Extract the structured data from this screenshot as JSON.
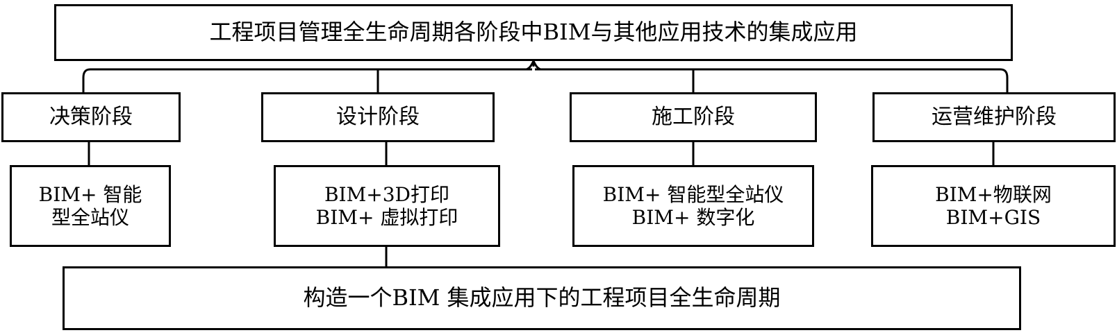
{
  "diagram": {
    "title_box": {
      "label": "工程项目管理全生命周期各阶段中BIM与其他应用技术的集成应用"
    },
    "phases": [
      {
        "label": "决策阶段"
      },
      {
        "label": "设计阶段"
      },
      {
        "label": "施工阶段"
      },
      {
        "label": "运营维护阶段"
      }
    ],
    "technologies": [
      {
        "line1": "BIM+ 智能",
        "line2": "型全站仪"
      },
      {
        "line1": "BIM+3D打印",
        "line2": "BIM+ 虚拟打印"
      },
      {
        "line1": "BIM+ 智能型全站仪",
        "line2": "BIM+ 数字化"
      },
      {
        "line1": "BIM+物联网",
        "line2": "BIM+GIS"
      }
    ],
    "outcome_box": {
      "label": "构造一个BIM 集成应用下的工程项目全生命周期"
    },
    "colors": {
      "background": "#ffffff",
      "stroke": "#000000",
      "text": "#000000"
    }
  }
}
